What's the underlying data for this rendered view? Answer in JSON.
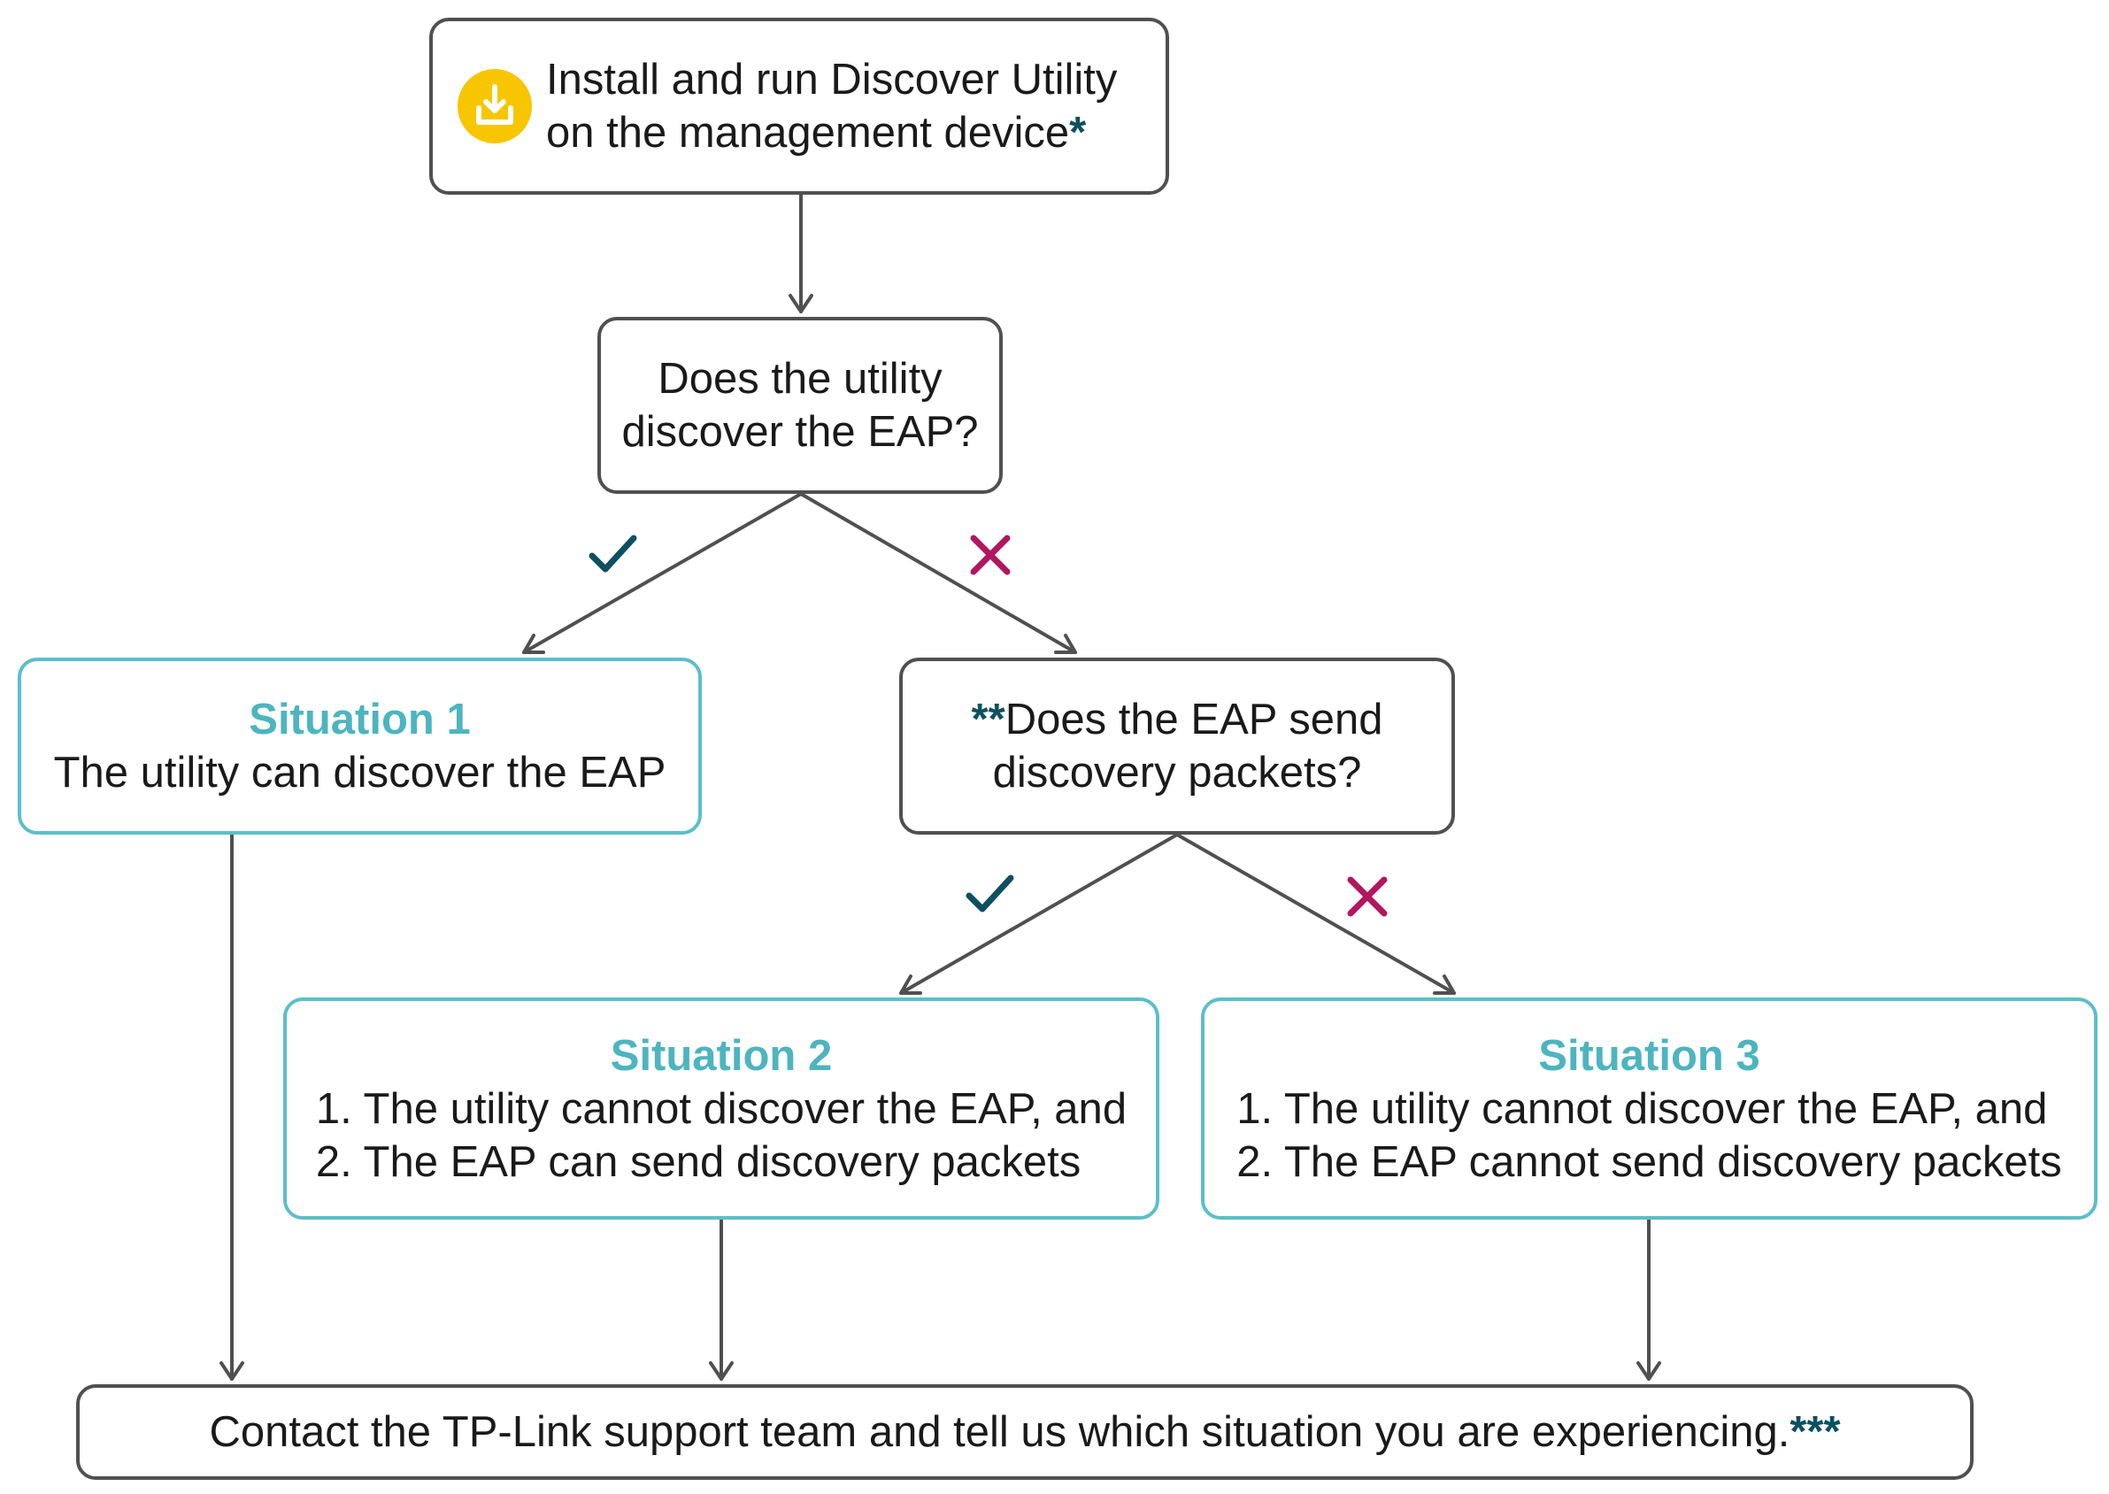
{
  "colors": {
    "box_border": "#505050",
    "situation_border": "#5bbfc8",
    "situation_heading": "#4cb5bf",
    "yes_mark": "#0e5060",
    "no_mark": "#b0175f",
    "download_icon_bg": "#f7c600",
    "arrow": "#505050"
  },
  "start": {
    "icon": "download-icon",
    "line1": "Install and run Discover Utility",
    "line2": "on the management device",
    "footnote": "*"
  },
  "question1": {
    "line1": "Does the utility",
    "line2": "discover the EAP?",
    "yes_icon": "check-icon",
    "no_icon": "cross-icon"
  },
  "question2": {
    "footnote": "**",
    "line1": "Does the EAP send",
    "line2": "discovery packets?",
    "yes_icon": "check-icon",
    "no_icon": "cross-icon"
  },
  "situations": [
    {
      "heading": "Situation 1",
      "line1": "The utility can discover the EAP",
      "line2": ""
    },
    {
      "heading": "Situation 2",
      "line1": "1. The utility cannot discover the EAP, and",
      "line2": "2. The EAP can send discovery packets"
    },
    {
      "heading": "Situation 3",
      "line1": "1. The utility cannot discover the EAP, and",
      "line2": "2. The EAP cannot send discovery packets"
    }
  ],
  "final": {
    "text": "Contact the TP-Link support team and tell us which situation you are experiencing.",
    "footnote": "***"
  }
}
